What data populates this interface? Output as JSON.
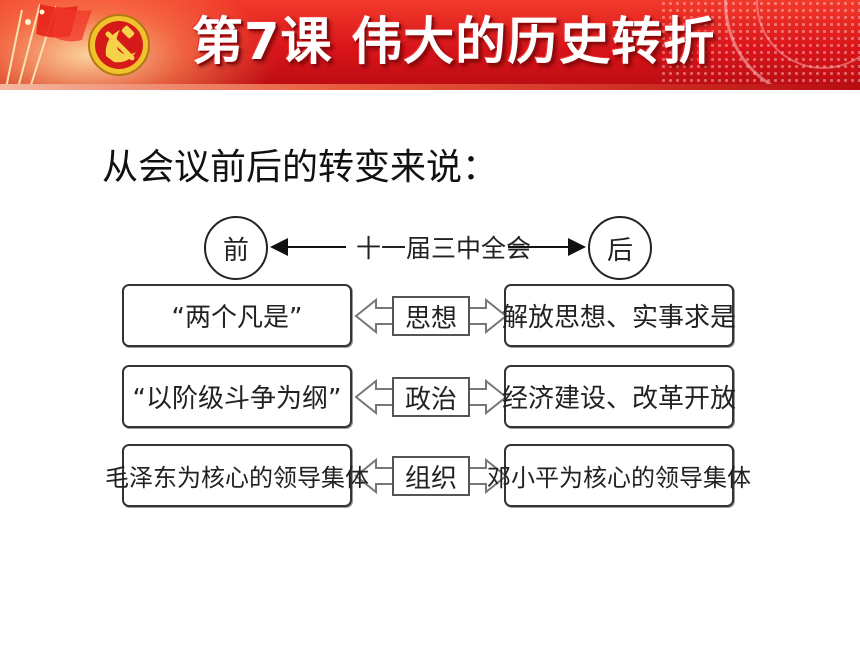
{
  "banner": {
    "title": "第7课  伟大的历史转折",
    "colors": {
      "primary": "#d9141a",
      "gold": "#f2c12e"
    },
    "icons": [
      "red-flags-icon",
      "party-emblem-icon"
    ]
  },
  "subtitle": "从会议前后的转变来说：",
  "diagram": {
    "before_label": "前",
    "after_label": "后",
    "session_label": "十一届三中全会",
    "rows": [
      {
        "aspect": "思想",
        "before": "“两个凡是”",
        "after": "解放思想、实事求是"
      },
      {
        "aspect": "政治",
        "before": "“以阶级斗争为纲”",
        "after": "经济建设、改革开放"
      },
      {
        "aspect": "组织",
        "before": "毛泽东为核心的领导集体",
        "after": "邓小平为核心的领导集体"
      }
    ]
  }
}
